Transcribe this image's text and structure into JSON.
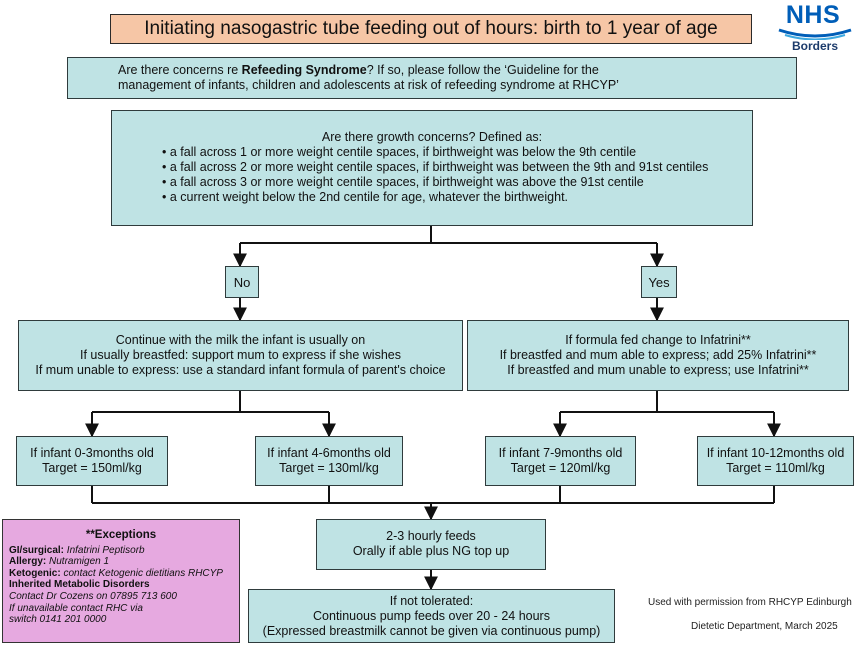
{
  "title": "Initiating nasogastric tube feeding out of hours: birth to 1 year of age",
  "logo": {
    "nhs": "NHS",
    "org": "Borders"
  },
  "refeeding": {
    "prefix": "Are there concerns re ",
    "bold": "Refeeding Syndrome",
    "suffix": "?  If so, please follow the ‘Guideline for the",
    "line2": "management of infants, children and adolescents at risk of refeeding syndrome at RHCYP’"
  },
  "growth": {
    "question": "Are there growth concerns? Defined as:",
    "items": [
      "a fall across 1 or more weight centile spaces, if birthweight was below the 9th centile",
      "a fall across 2 or more weight centile spaces, if birthweight was between the 9th and 91st centiles",
      "a fall across 3 or more weight centile spaces, if birthweight was above the 91st centile",
      "a current weight below the 2nd centile for age, whatever the birthweight."
    ]
  },
  "no_label": "No",
  "yes_label": "Yes",
  "no_box": [
    "Continue with the milk the infant is usually on",
    "If usually breastfed: support mum to express if she wishes",
    "If mum unable to express: use a standard infant formula of parent's choice"
  ],
  "yes_box": [
    "If formula fed change to Infatrini**",
    "If breastfed and mum able to express; add 25% Infatrini**",
    "If breastfed and mum unable to express; use Infatrini**"
  ],
  "ages": [
    {
      "age": "If infant 0-3months old",
      "target": "Target = 150ml/kg"
    },
    {
      "age": "If infant 4-6months old",
      "target": "Target = 130ml/kg"
    },
    {
      "age": "If infant 7-9months old",
      "target": "Target = 120ml/kg"
    },
    {
      "age": "If infant 10-12months old",
      "target": "Target = 110ml/kg"
    }
  ],
  "feeds": {
    "line1": "2-3 hourly feeds",
    "line2": "Orally if able plus NG top up"
  },
  "not_tolerated": {
    "line1": "If not tolerated:",
    "line2": "Continuous pump feeds over 20 - 24 hours",
    "line3": "(Expressed breastmilk cannot be given via continuous pump)"
  },
  "exceptions": {
    "heading": "**Exceptions",
    "gi_label": "GI/surgical:",
    "gi_value": " Infatrini Peptisorb",
    "allergy_label": "Allergy:",
    "allergy_value": " Nutramigen 1",
    "keto_label": "Ketogenic:",
    "keto_value": " contact Ketogenic dietitians RHCYP",
    "imd_label": "Inherited Metabolic Disorders",
    "imd_line1": "Contact Dr Cozens on 07895 713 600",
    "imd_line2": "If unavailable contact RHC  via",
    "imd_line3": "switch 0141 201 0000"
  },
  "credit": {
    "permission": "Used with permission from RHCYP Edinburgh",
    "dept": "Dietetic Department, March 2025"
  },
  "colors": {
    "box_fill": "#bfe3e4",
    "title_fill": "#f6c6a6",
    "exceptions_fill": "#e6a9e0",
    "nhs_blue": "#005eb8"
  }
}
